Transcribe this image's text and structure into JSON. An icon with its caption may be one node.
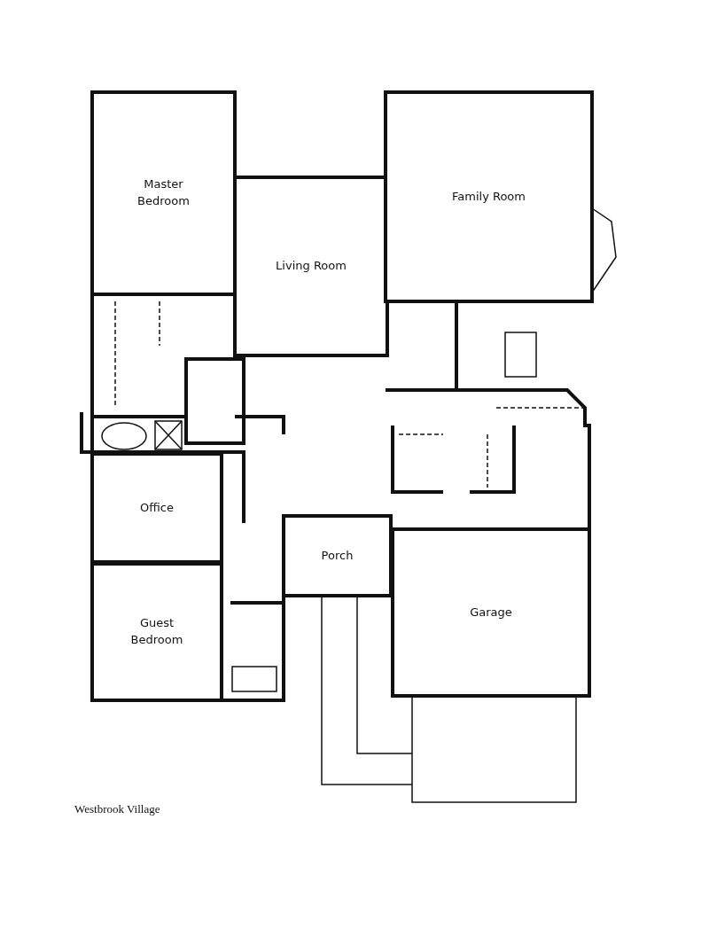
{
  "diagram": {
    "nodes": [
      {
        "text": [
          "Master Bedroom"
        ]
      },
      {
        "text": [
          "Living Room"
        ]
      },
      {
        "text": [
          "Family Room"
        ]
      },
      {
        "text": [
          "Office"
        ]
      },
      {
        "text": [
          "Porch"
        ]
      },
      {
        "text": [
          "Guest Bedroom"
        ]
      },
      {
        "text": [
          "Garage"
        ]
      }
    ],
    "labels": [
      "Westbrook Village"
    ]
  }
}
